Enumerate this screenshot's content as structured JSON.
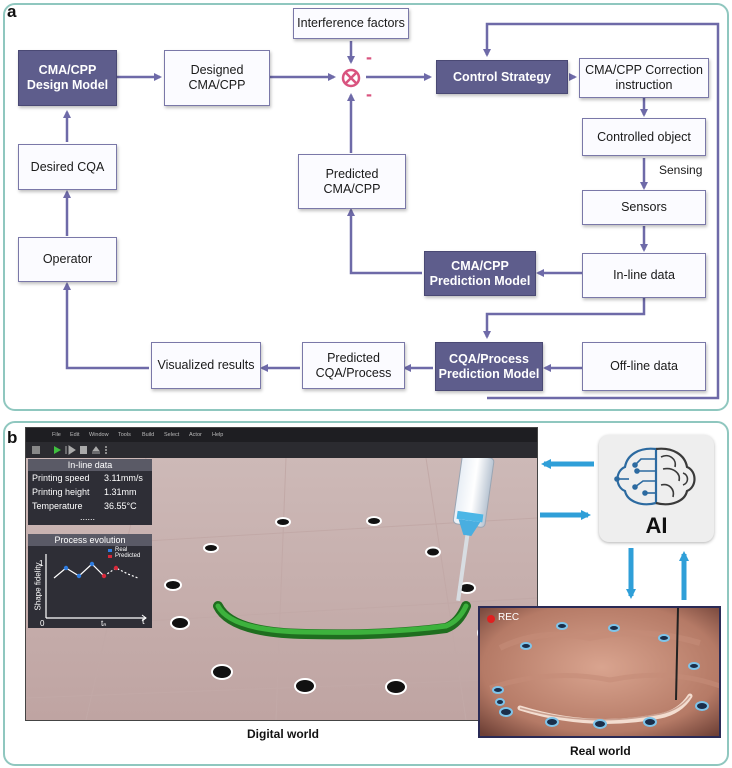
{
  "panel_a": {
    "label": "a",
    "boxes": {
      "design_model": "CMA/CPP Design Model",
      "designed": "Designed CMA/CPP",
      "interference": "Interference factors",
      "control_strategy": "Control Strategy",
      "correction": "CMA/CPP Correction instruction",
      "controlled_object": "Controlled object",
      "sensors": "Sensors",
      "inline_data": "In-line data",
      "prediction_model": "CMA/CPP Prediction Model",
      "predicted_cma": "Predicted CMA/CPP",
      "desired_cqa": "Desired CQA",
      "operator": "Operator",
      "visualized": "Visualized results",
      "predicted_cqa": "Predicted CQA/Process",
      "cqa_model": "CQA/Process Prediction Model",
      "offline_data": "Off-line data"
    },
    "sensing_label": "Sensing",
    "minus_sign": "-"
  },
  "panel_b": {
    "label": "b",
    "menu": [
      "File",
      "Edit",
      "Window",
      "Tools",
      "Build",
      "Select",
      "Actor",
      "Help"
    ],
    "inline_title": "In-line data",
    "inline_rows": [
      {
        "key": "Printing speed",
        "value": "3.11mm/s"
      },
      {
        "key": "Printing height",
        "value": "1.31mm"
      },
      {
        "key": "Temperature",
        "value": "36.55°C"
      }
    ],
    "inline_more": "......",
    "process_title": "Process evolution",
    "legend_real": "Real",
    "legend_predicted": "Predicted",
    "y_axis_label": "Shape fidelity",
    "y_tick": "1",
    "origin": "0",
    "x_tick": "tₙ",
    "x_axis_label": "t",
    "digital_caption": "Digital world",
    "ai_label": "AI",
    "rec_label": "REC",
    "real_caption": "Real world",
    "colors": {
      "accent": "#5e5d8c",
      "arrow": "#6e6aa8",
      "ai_arrow": "#2f9fd8",
      "border": "#8fc7bf",
      "filament": "#2f9a2f"
    }
  }
}
